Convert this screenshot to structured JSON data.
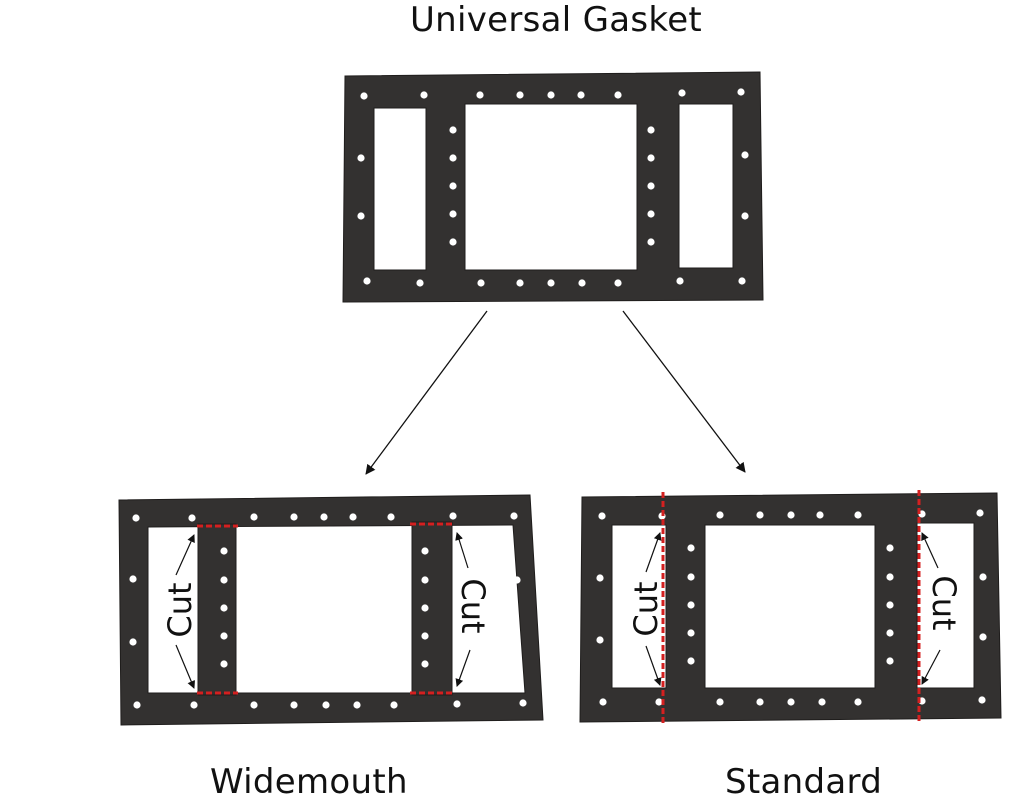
{
  "title": "Universal Gasket",
  "variants": [
    {
      "label": "Widemouth",
      "cut_label": "Cut"
    },
    {
      "label": "Standard",
      "cut_label": "Cut"
    }
  ],
  "colors": {
    "gasket": "#333130",
    "gasket_edge": "#1f1d1c",
    "hole": "#ffffff",
    "cut_line": "#d42020",
    "arrow": "#111111"
  }
}
